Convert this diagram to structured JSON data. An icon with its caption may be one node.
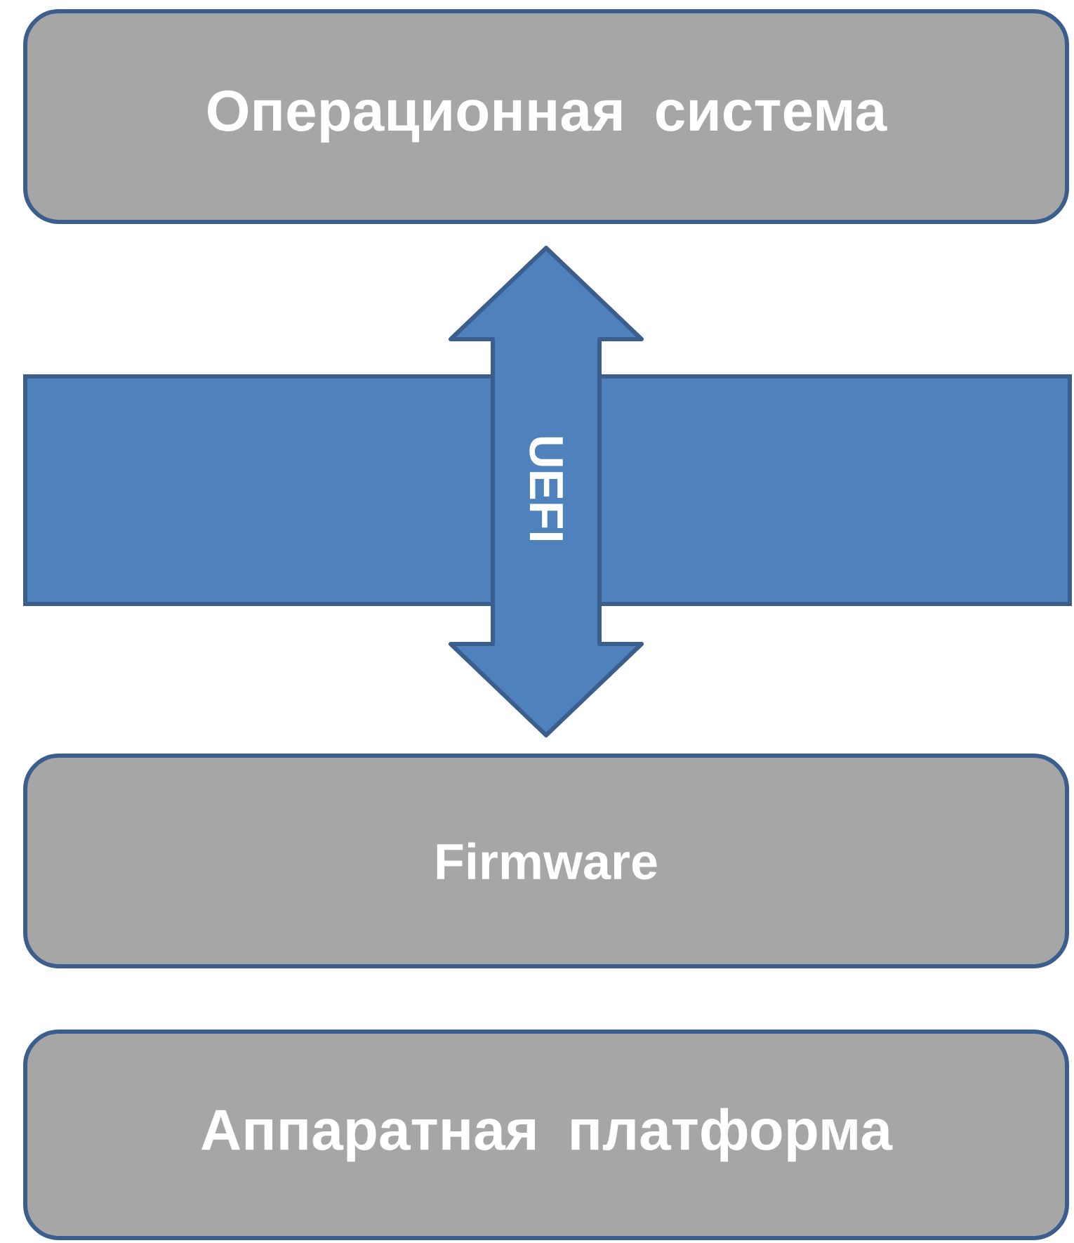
{
  "diagram": {
    "nodes": [
      {
        "text": [
          "Операционная система"
        ]
      },
      {
        "text": [],
        "shape": "bar"
      },
      {
        "text": [
          "Firmware"
        ]
      },
      {
        "text": [
          "Аппаратная платформа"
        ]
      }
    ],
    "edges": [
      {
        "from": 2,
        "to": 0,
        "arrow": "both",
        "label": "UEFI"
      }
    ]
  }
}
